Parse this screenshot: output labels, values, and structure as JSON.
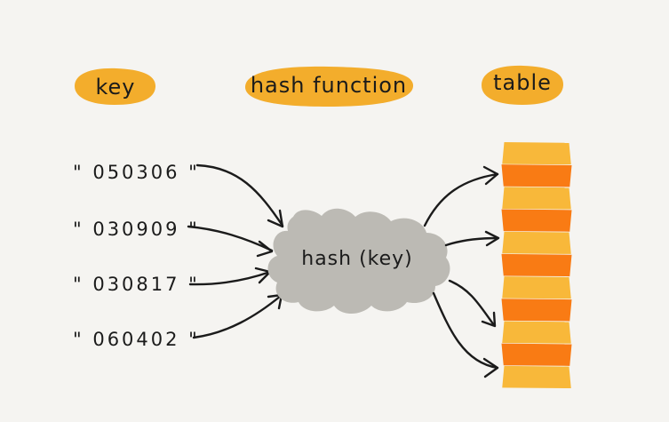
{
  "labels": {
    "key": "key",
    "hash_function": "hash function",
    "table": "table"
  },
  "keys": [
    "\" 050306 \"",
    "\" 030909 \"",
    "\" 030817 \"",
    "\" 060402 \""
  ],
  "hash_cloud": {
    "text": "hash (key)"
  },
  "colors": {
    "background": "#f5f4f1",
    "label_blob": "#f3ad2c",
    "cloud": "#bcbab4",
    "cell_light": "#f8b83a",
    "cell_dark": "#f97b14",
    "ink": "#1b1b1b"
  },
  "table": {
    "cell_pattern": [
      "light",
      "dark",
      "light",
      "dark",
      "light",
      "dark",
      "light",
      "dark",
      "light",
      "dark",
      "light"
    ]
  }
}
